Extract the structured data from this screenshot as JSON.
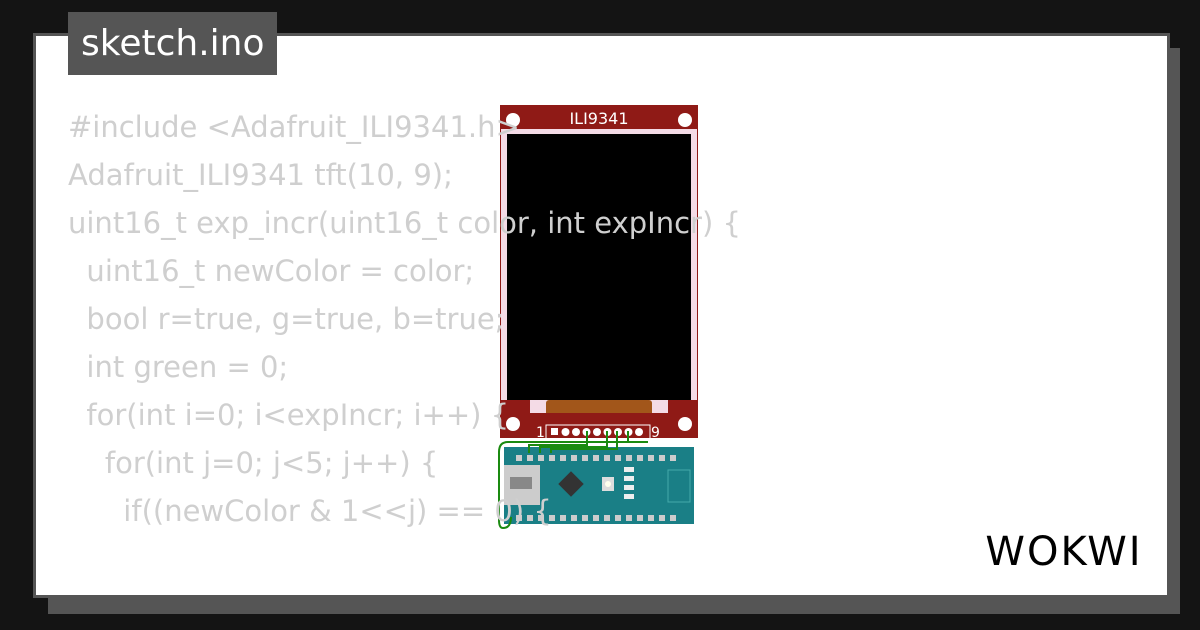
{
  "title": "sketch.ino",
  "code_lines": [
    "#include <Adafruit_ILI9341.h>",
    "Adafruit_ILI9341 tft(10, 9);",
    "",
    "uint16_t exp_incr(uint16_t color, int expIncr) {",
    "  uint16_t newColor = color;",
    "  bool r=true, g=true, b=true;",
    "  int green = 0;",
    "  for(int i=0; i<expIncr; i++) {",
    "    for(int j=0; j<5; j++) {",
    "      if((newColor & 1<<j) == 0) {",
    "        "
  ],
  "display": {
    "label": "ILI9341",
    "pin_first": "1",
    "pin_last": "9",
    "board_color": "#8f1a16"
  },
  "arduino": {
    "board_color": "#1a7f86"
  },
  "wire_color": "#1a8a10",
  "logo": "WOKWI"
}
